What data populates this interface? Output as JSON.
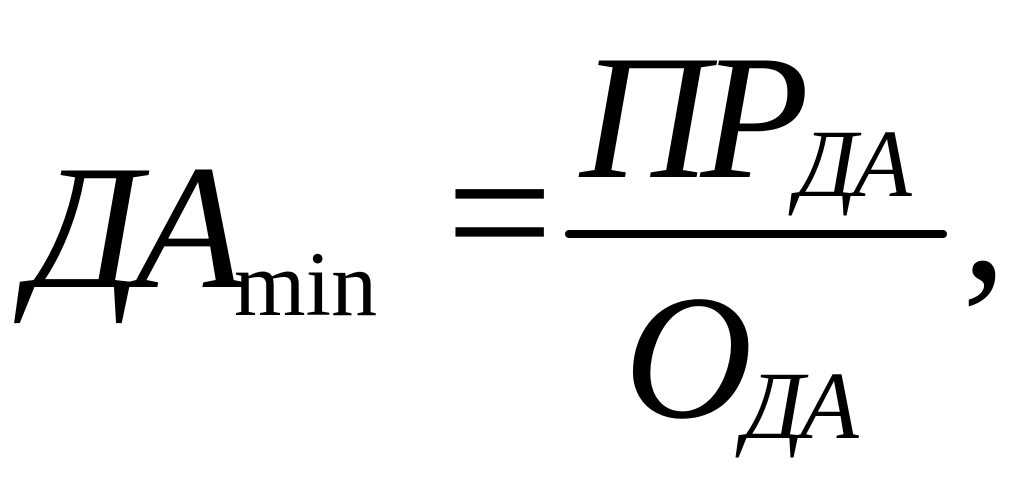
{
  "formula": {
    "lhs_main": "ДА",
    "lhs_sub": "min",
    "equals": "=",
    "numerator_main": "ПР",
    "numerator_sub": "ДА",
    "denominator_main": "О",
    "denominator_sub": "ДА",
    "trailing_punctuation": ","
  }
}
